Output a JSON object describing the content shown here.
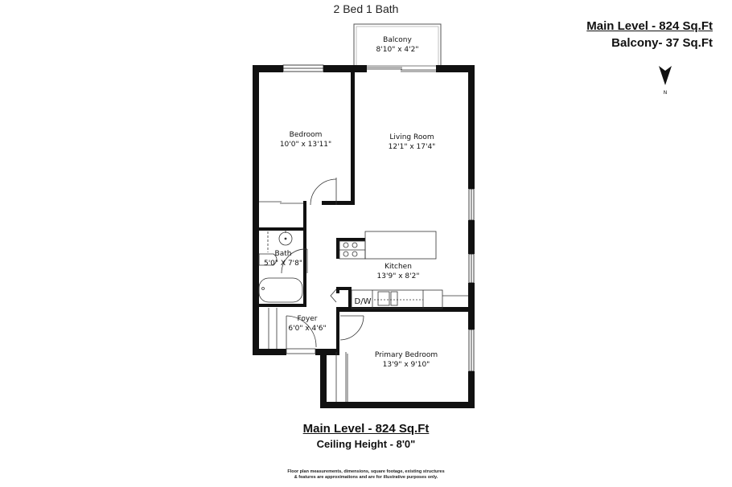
{
  "header": {
    "title": "2 Bed 1 Bath"
  },
  "summary": {
    "main_level": "Main Level - 824 Sq.Ft",
    "balcony": "Balcony-  37 Sq.Ft"
  },
  "compass": {
    "icon": "north-arrow-icon",
    "label": "N"
  },
  "rooms": [
    {
      "name": "Balcony",
      "dimensions": "8'10\" x 4'2\""
    },
    {
      "name": "Bedroom",
      "dimensions": "10'0\" x 13'11\""
    },
    {
      "name": "Living Room",
      "dimensions": "12'1\" x 17'4\""
    },
    {
      "name": "Bath",
      "dimensions": "5'0\" X 7'8\""
    },
    {
      "name": "Kitchen",
      "dimensions": "13'9\" x 8'2\""
    },
    {
      "name": "Foyer",
      "dimensions": "6'0\" x 4'6\""
    },
    {
      "name": "Primary Bedroom",
      "dimensions": "13'9\" x 9'10\""
    }
  ],
  "appliances": {
    "dishwasher": "D/W"
  },
  "footer": {
    "main_level": "Main Level - 824 Sq.Ft",
    "ceiling_height": "Ceiling Height - 8'0\""
  },
  "disclaimer": {
    "line1": "Floor plan measurements, dimensions, square footage, existing structures",
    "line2": "& features are approximations and are for illustrative purposes only."
  }
}
